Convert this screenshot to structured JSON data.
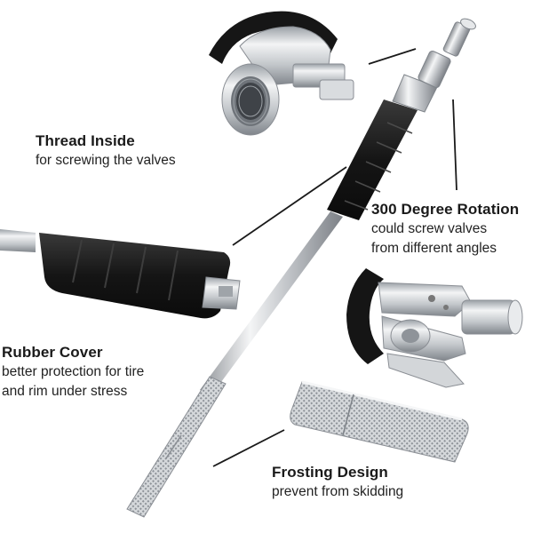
{
  "features": {
    "thread": {
      "title": "Thread Inside",
      "desc": [
        "for screwing the valves"
      ]
    },
    "rotation": {
      "title": "300 Degree Rotation",
      "desc": [
        "could screw valves",
        "from different angles"
      ]
    },
    "rubber": {
      "title": "Rubber Cover",
      "desc": [
        "better protection for tire",
        "and rim under stress"
      ]
    },
    "frosting": {
      "title": "Frosting Design",
      "desc": [
        "prevent from skidding"
      ]
    }
  },
  "colors": {
    "text": "#1a1a1a",
    "metal": "#c9ccd0",
    "rubber": "#1c1c1c",
    "background": "#ffffff"
  },
  "icons": [
    "valve-tool-photo",
    "thread-closeup",
    "rubber-closeup",
    "rotation-joint-closeup",
    "knurled-handle-closeup"
  ]
}
